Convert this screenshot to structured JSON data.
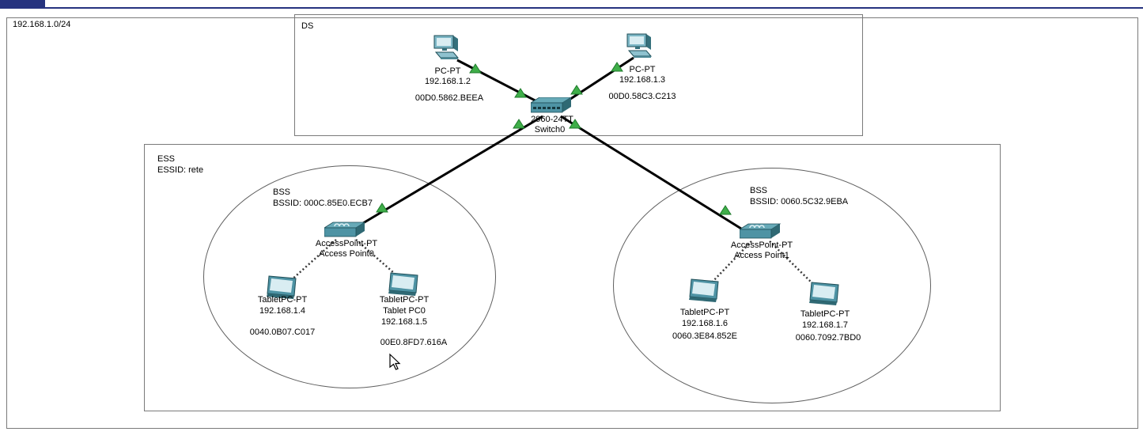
{
  "network": {
    "subnet_label": "192.168.1.0/24",
    "ds": {
      "label": "DS",
      "pcs": [
        {
          "type": "PC-PT",
          "ip": "192.168.1.2",
          "mac": "00D0.5862.BEEA"
        },
        {
          "type": "PC-PT",
          "ip": "192.168.1.3",
          "mac": "00D0.58C3.C213"
        }
      ],
      "switch": {
        "model": "2960-24TT",
        "name": "Switch0"
      }
    },
    "ess": {
      "label": "ESS",
      "essid_label": "ESSID: rete",
      "bss": [
        {
          "label": "BSS",
          "bssid_label": "BSSID: 000C.85E0.ECB7",
          "ap": {
            "type": "AccessPoint-PT",
            "name": "Access Point0"
          },
          "tablets": [
            {
              "type": "TabletPC-PT",
              "ip": "192.168.1.4",
              "mac": "0040.0B07.C017"
            },
            {
              "type": "TabletPC-PT",
              "name": "Tablet PC0",
              "ip": "192.168.1.5",
              "mac": "00E0.8FD7.616A"
            }
          ]
        },
        {
          "label": "BSS",
          "bssid_label": "BSSID: 0060.5C32.9EBA",
          "ap": {
            "type": "AccessPoint-PT",
            "name": "Access Point1"
          },
          "tablets": [
            {
              "type": "TabletPC-PT",
              "ip": "192.168.1.6",
              "mac": "0060.3E84.852E"
            },
            {
              "type": "TabletPC-PT",
              "ip": "192.168.1.7",
              "mac": "0060.7092.7BD0"
            }
          ]
        }
      ]
    },
    "colors": {
      "link_up_green": "#3fae49",
      "device_teal": "#4e93a4",
      "window_edge_blue": "#26337f"
    }
  }
}
